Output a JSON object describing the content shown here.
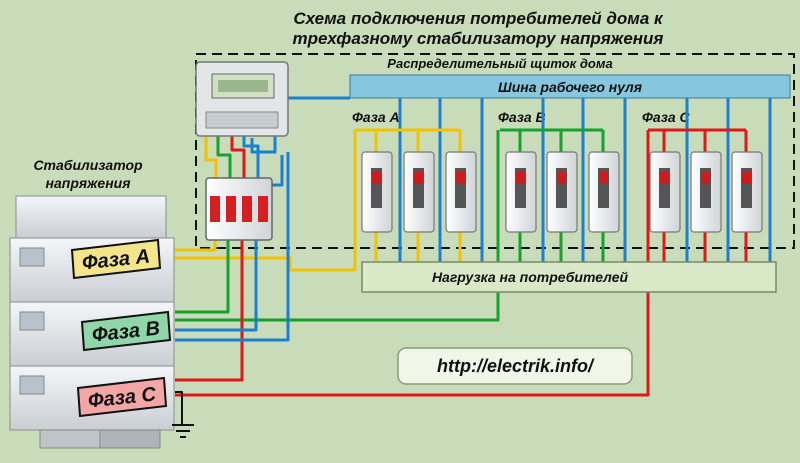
{
  "title_line1": "Схема подключения потребителей дома к",
  "title_line2": "трехфазному стабилизатору напряжения",
  "panel_label": "Распределительный щиток дома",
  "neutral_bus_label": "Шина рабочего нуля",
  "load_label": "Нагрузка на потребителей",
  "stabilizer_label_line1": "Стабилизатор",
  "stabilizer_label_line2": "напряжения",
  "phase_a_label": "Фаза А",
  "phase_b_label": "Фаза В",
  "phase_c_label": "Фаза С",
  "group_a_label": "Фаза А",
  "group_b_label": "Фаза В",
  "group_c_label": "Фаза С",
  "url_text": "http://electrik.info/",
  "colors": {
    "background": "#c9dcb9",
    "phase_a": "#f2c200",
    "phase_b": "#18a030",
    "phase_c": "#e01818",
    "neutral": "#1c7fd0",
    "bus_fill": "#86c6df",
    "load_fill": "#d9e8c6"
  },
  "icons": [
    "ground-icon",
    "meter-icon",
    "breaker-icon"
  ]
}
